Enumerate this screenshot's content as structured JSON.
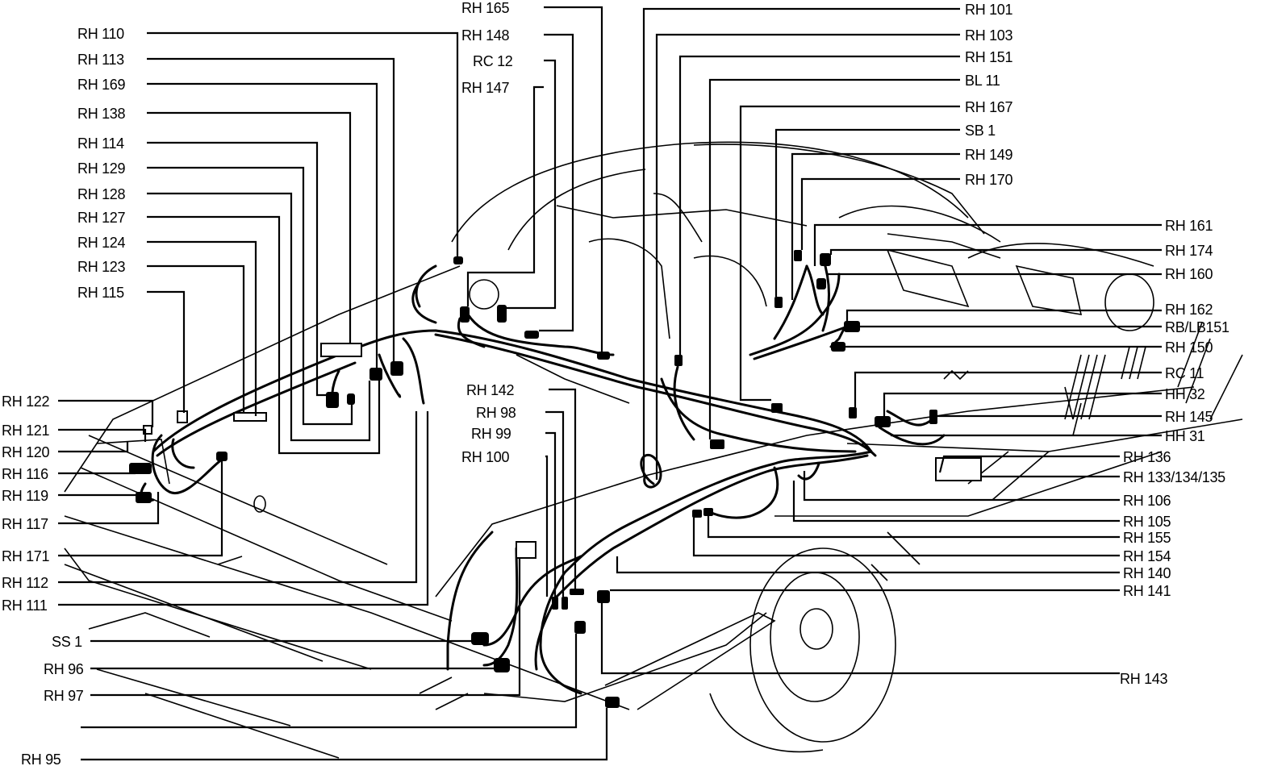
{
  "diagram": {
    "labels_left": [
      {
        "id": "rh110",
        "text": "RH 110"
      },
      {
        "id": "rh113",
        "text": "RH 113"
      },
      {
        "id": "rh169",
        "text": "RH 169"
      },
      {
        "id": "rh138",
        "text": "RH 138"
      },
      {
        "id": "rh114",
        "text": "RH 114"
      },
      {
        "id": "rh129",
        "text": "RH 129"
      },
      {
        "id": "rh128",
        "text": "RH 128"
      },
      {
        "id": "rh127",
        "text": "RH 127"
      },
      {
        "id": "rh124",
        "text": "RH 124"
      },
      {
        "id": "rh123",
        "text": "RH 123"
      },
      {
        "id": "rh115",
        "text": "RH 115"
      },
      {
        "id": "rh122",
        "text": "RH 122"
      },
      {
        "id": "rh121",
        "text": "RH 121"
      },
      {
        "id": "rh120",
        "text": "RH 120"
      },
      {
        "id": "rh116",
        "text": "RH 116"
      },
      {
        "id": "rh119",
        "text": "RH 119"
      },
      {
        "id": "rh117",
        "text": "RH 117"
      },
      {
        "id": "rh171",
        "text": "RH 171"
      },
      {
        "id": "rh112",
        "text": "RH 112"
      },
      {
        "id": "rh111",
        "text": "RH 111"
      },
      {
        "id": "ss1",
        "text": "SS 1"
      },
      {
        "id": "rh96",
        "text": "RH 96"
      },
      {
        "id": "rh97",
        "text": "RH 97"
      },
      {
        "id": "rh95",
        "text": "RH 95"
      }
    ],
    "labels_top": [
      {
        "id": "rh165",
        "text": "RH 165"
      },
      {
        "id": "rh148",
        "text": "RH 148"
      },
      {
        "id": "rc12",
        "text": "RC 12"
      },
      {
        "id": "rh147",
        "text": "RH 147"
      }
    ],
    "labels_mid": [
      {
        "id": "rh142",
        "text": "RH 142"
      },
      {
        "id": "rh98",
        "text": "RH 98"
      },
      {
        "id": "rh99",
        "text": "RH 99"
      },
      {
        "id": "rh100",
        "text": "RH 100"
      }
    ],
    "labels_right": [
      {
        "id": "rh101",
        "text": "RH 101"
      },
      {
        "id": "rh103",
        "text": "RH 103"
      },
      {
        "id": "rh151",
        "text": "RH 151"
      },
      {
        "id": "bl11",
        "text": "BL 11"
      },
      {
        "id": "rh167",
        "text": "RH 167"
      },
      {
        "id": "sb1",
        "text": "SB 1"
      },
      {
        "id": "rh149",
        "text": "RH 149"
      },
      {
        "id": "rh170",
        "text": "RH 170"
      },
      {
        "id": "rh161",
        "text": "RH 161"
      },
      {
        "id": "rh174",
        "text": "RH 174"
      },
      {
        "id": "rh160",
        "text": "RH 160"
      },
      {
        "id": "rh162",
        "text": "RH 162"
      },
      {
        "id": "rblb151",
        "text": "RB/LB151"
      },
      {
        "id": "rh150",
        "text": "RH 150"
      },
      {
        "id": "rc11",
        "text": "RC 11"
      },
      {
        "id": "hh32",
        "text": "HH 32"
      },
      {
        "id": "rh145",
        "text": "RH 145"
      },
      {
        "id": "hh31",
        "text": "HH 31"
      },
      {
        "id": "rh136",
        "text": "RH 136"
      },
      {
        "id": "rh133",
        "text": "RH 133/134/135"
      },
      {
        "id": "rh106",
        "text": "RH 106"
      },
      {
        "id": "rh105",
        "text": "RH 105"
      },
      {
        "id": "rh155",
        "text": "RH 155"
      },
      {
        "id": "rh154",
        "text": "RH 154"
      },
      {
        "id": "rh140",
        "text": "RH 140"
      },
      {
        "id": "rh141",
        "text": "RH 141"
      },
      {
        "id": "rh143",
        "text": "RH 143"
      }
    ]
  }
}
